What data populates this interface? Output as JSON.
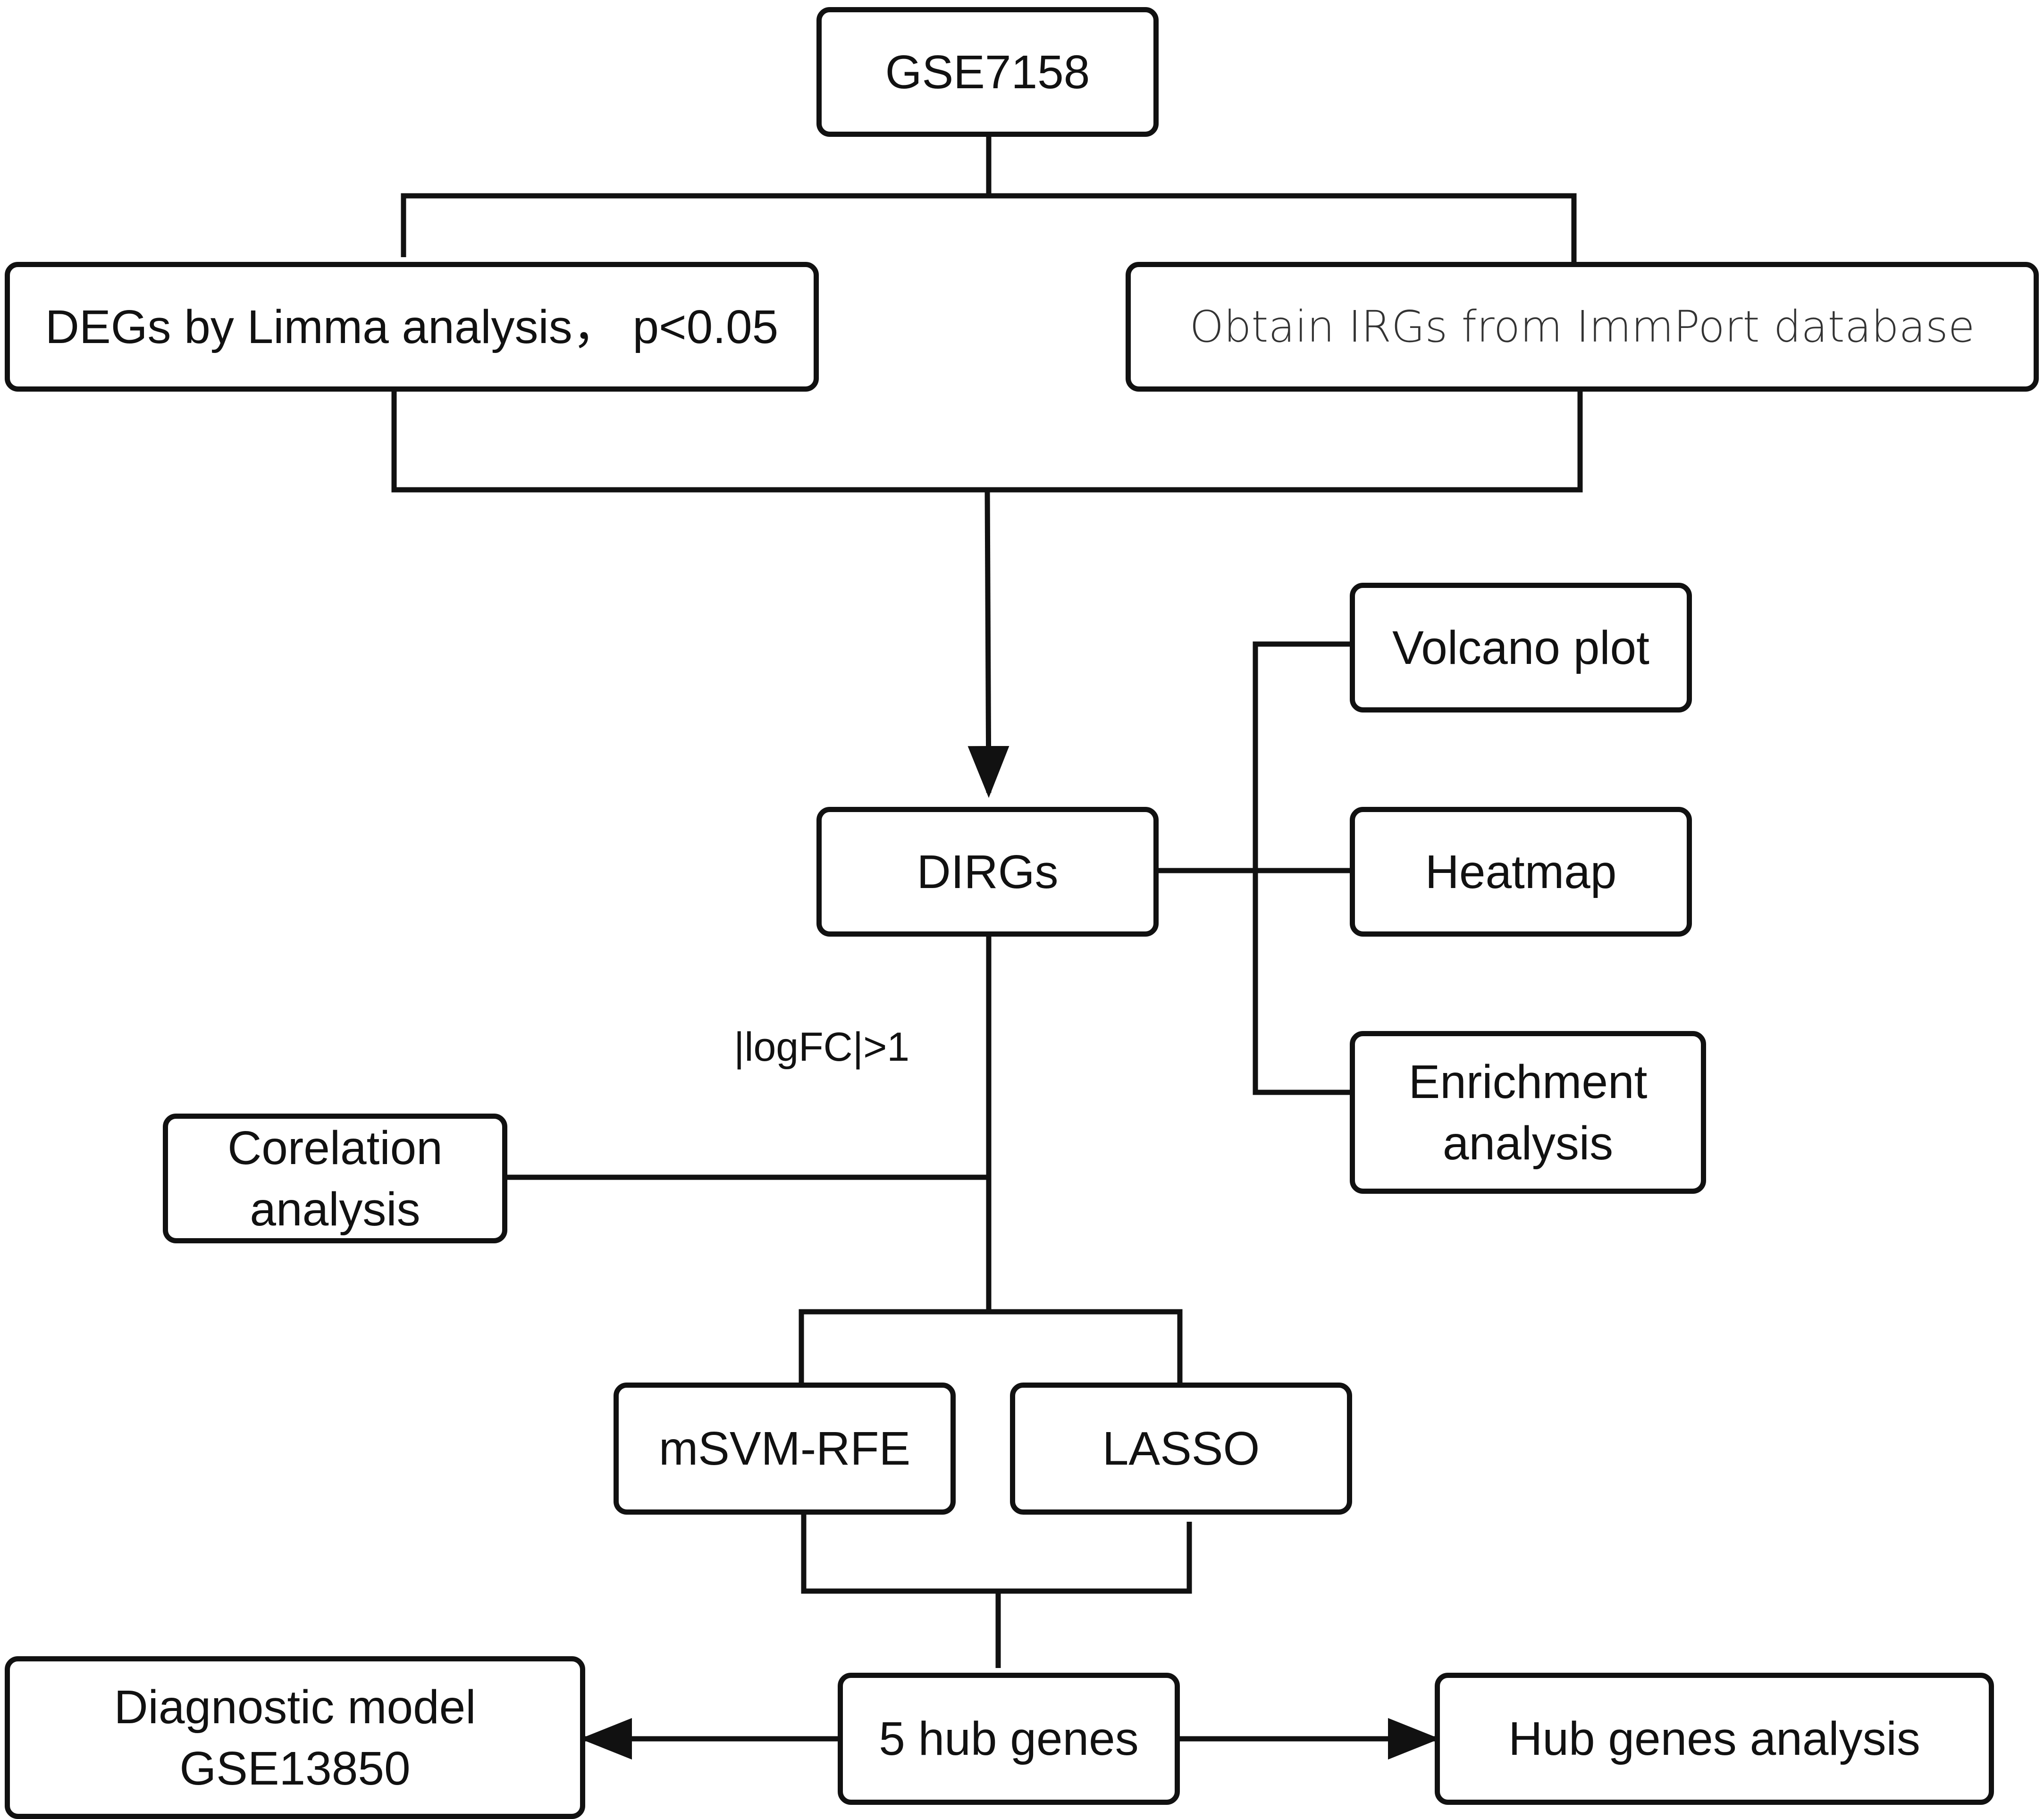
{
  "nodes": {
    "gse7158": "GSE7158",
    "degs": "DEGs by Limma analysis， p<0.05",
    "irgs": "Obtain IRGs from ImmPort database",
    "volcano": "Volcano plot",
    "dirgs": "DIRGs",
    "heatmap": "Heatmap",
    "enrichment": [
      "Enrichment",
      "analysis"
    ],
    "corelation": [
      "Corelation",
      "analysis"
    ],
    "msvm": "mSVM-RFE",
    "lasso": "LASSO",
    "diagnostic": [
      "Diagnostic model",
      "GSE13850"
    ],
    "hub": "5 hub genes",
    "hub_analysis": "Hub genes analysis"
  },
  "edge_labels": {
    "logfc": "|logFC|>1"
  },
  "colors": {
    "stroke": "#111111",
    "background": "#ffffff"
  }
}
